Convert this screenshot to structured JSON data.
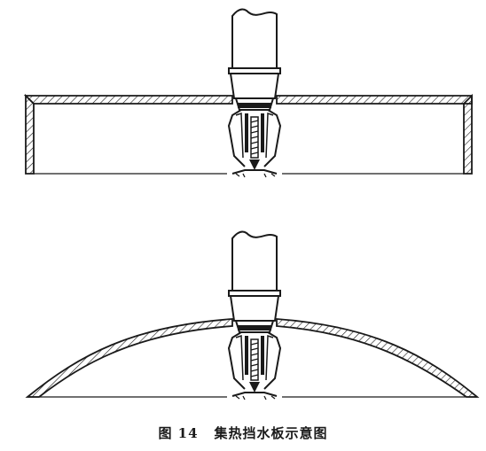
{
  "figure": {
    "number_label": "图 14",
    "title": "集热挡水板示意图"
  },
  "diagrams": [
    {
      "id": "flat-baffle",
      "shape": "flat-box"
    },
    {
      "id": "dome-baffle",
      "shape": "dome"
    }
  ],
  "colors": {
    "line": "#1a1a1a",
    "background": "#ffffff"
  }
}
